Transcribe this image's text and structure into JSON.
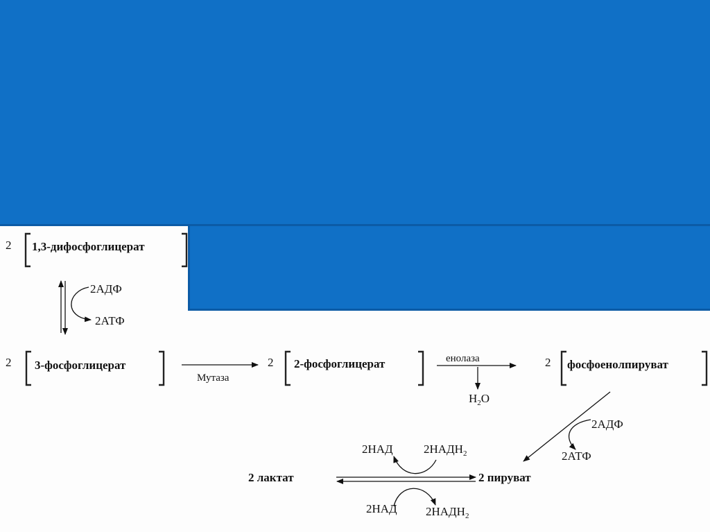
{
  "slide": {
    "background_color": "#fdfdfd",
    "accent_color": "#1070c6"
  },
  "diagram": {
    "row1": {
      "coef": "2",
      "compound": "1,3-дифосфоглицерат"
    },
    "step1": {
      "cofactor_in": "2АДФ",
      "cofactor_out": "2АТФ"
    },
    "row2": {
      "left": {
        "coef": "2",
        "compound": "3-фосфоглицерат"
      },
      "enzyme1": "Мутаза",
      "middle": {
        "coef": "2",
        "compound": "2-фосфоглицерат"
      },
      "enzyme2": "енолаза",
      "water": {
        "main": "H",
        "sub": "2",
        "tail": "O"
      },
      "right": {
        "coef": "2",
        "compound": "фосфоенолпируват"
      }
    },
    "step3": {
      "cofactor_in": "2АДФ",
      "cofactor_out": "2АТФ"
    },
    "row3": {
      "lactate": "2 лактат",
      "pyruvate": "2 пируват",
      "top_left": "2НАД",
      "top_right": {
        "main": "2НАДН",
        "sub": "2"
      },
      "bottom_left": "2НАД",
      "bottom_right": {
        "main": "2НАДН",
        "sub": "2"
      }
    }
  }
}
